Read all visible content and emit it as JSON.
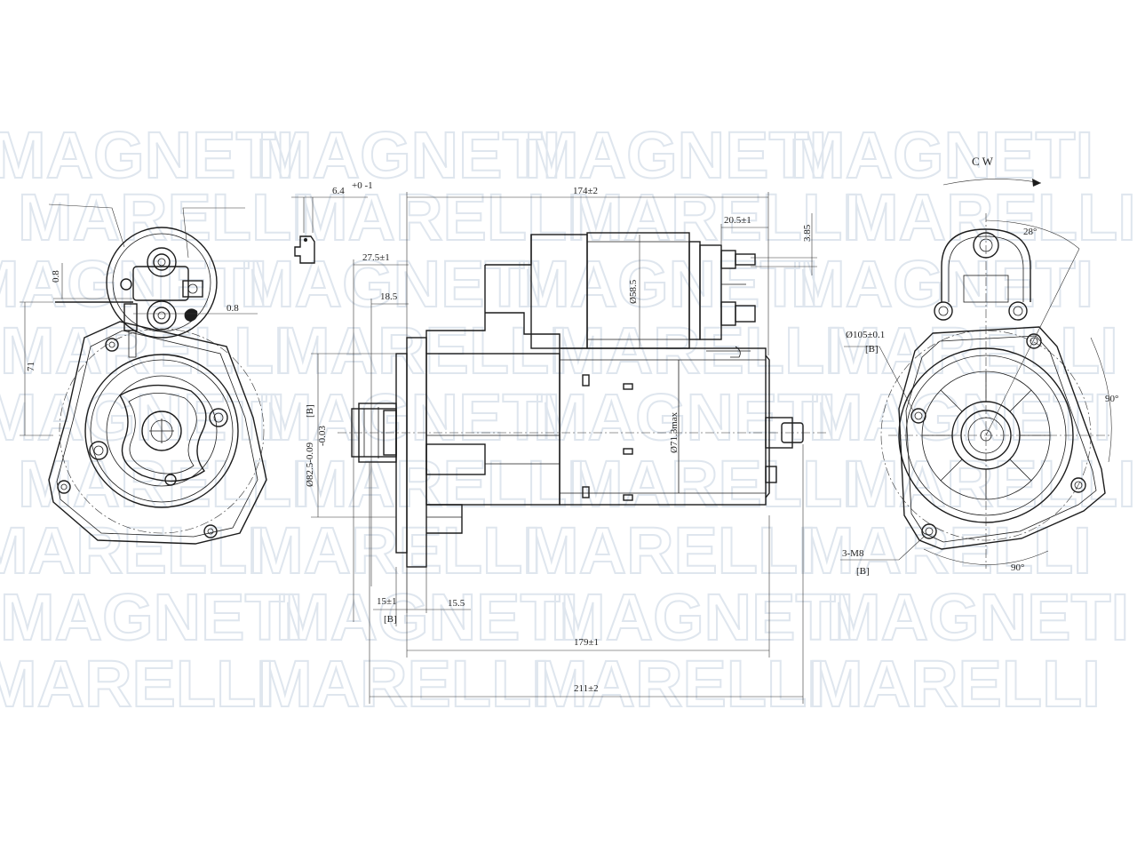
{
  "watermark": {
    "text_a": "MAGNETI",
    "text_b": "MARELLI",
    "color": "#dfe6ee"
  },
  "rotation": "C W",
  "dims": {
    "d_174": "174±2",
    "d_6_4": "6.4",
    "d_6_4_tol": "+0 -1",
    "d_20_5": "20.5±1",
    "d_3_85": "3.85",
    "d_27_5": "27.5±1",
    "d_18_5": "18.5",
    "d_58_5": "Ø58.5",
    "d_71_3": "Ø71.3max",
    "d_82": "Ø82.5-0.09",
    "d_82_up": "-0.03",
    "d_82_ref": "[B]",
    "d_15": "15±1",
    "d_15_ref": "[B]",
    "d_15_5": "15.5",
    "d_179": "179±1",
    "d_211": "211±2",
    "d_0_8a": "0.8",
    "d_0_8b": "0.8",
    "d_71": "71",
    "d_28": "28°",
    "d_105": "Ø105±0.1",
    "d_105_ref": "[B]",
    "d_90a": "90°",
    "d_90b": "90°",
    "d_3m8": "3-M8",
    "d_3m8_ref": "[B]"
  }
}
